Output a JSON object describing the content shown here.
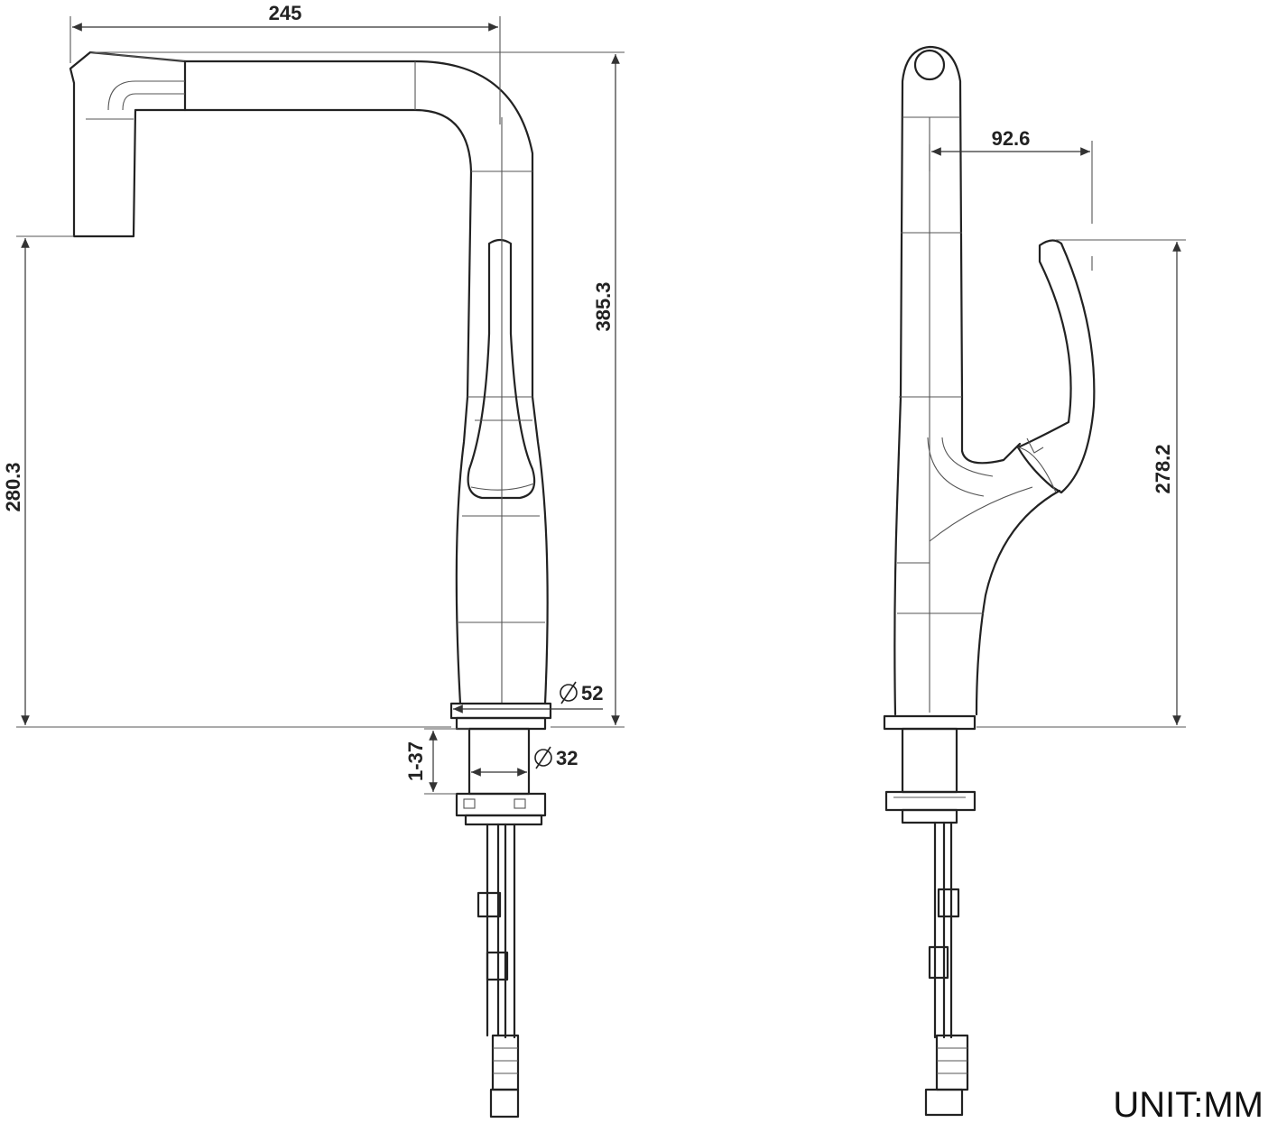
{
  "dimensions": {
    "front_width": "245",
    "front_total_height": "385.3",
    "front_spout_height": "280.3",
    "base_diameter": "52",
    "shank_diameter": "32",
    "deck_thickness": "1-37",
    "side_reach": "92.6",
    "side_handle_height": "278.2"
  },
  "unit_label": "UNIT:MM",
  "colors": {
    "line": "#222222",
    "background": "#ffffff"
  }
}
